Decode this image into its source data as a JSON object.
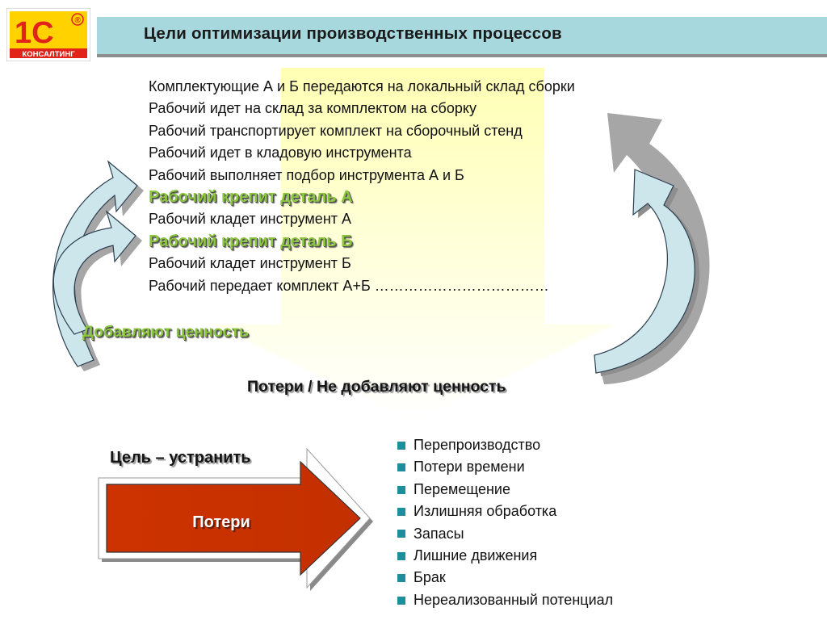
{
  "header": {
    "title": "Цели оптимизации производственных процессов",
    "logo_mark": "1С",
    "logo_registered": "®",
    "logo_caption": "КОНСАЛТИНГ"
  },
  "process_steps": [
    {
      "text": "Комплектующие А и Б передаются на локальный склад сборки",
      "adds_value": false
    },
    {
      "text": "Рабочий идет на склад за комплектом на сборку",
      "adds_value": false
    },
    {
      "text": "Рабочий транспортирует комплект на сборочный стенд",
      "adds_value": false
    },
    {
      "text": "Рабочий идет в кладовую инструмента",
      "adds_value": false
    },
    {
      "text": "Рабочий выполняет подбор инструмента А и Б",
      "adds_value": false
    },
    {
      "text": "Рабочий крепит деталь А",
      "adds_value": true
    },
    {
      "text": "Рабочий кладет инструмент А",
      "adds_value": false
    },
    {
      "text": "Рабочий крепит деталь Б",
      "adds_value": true
    },
    {
      "text": "Рабочий кладет инструмент Б",
      "adds_value": false
    },
    {
      "text": "Рабочий передает комплект А+Б ………………………………",
      "adds_value": false
    }
  ],
  "labels": {
    "value_add": "Добавляют ценность",
    "losses": "Потери / Не добавляют ценность",
    "goal": "Цель – устранить",
    "arrow": "Потери"
  },
  "loss_types": [
    "Перепроизводство",
    "Потери времени",
    "Перемещение",
    "Излишняя обработка",
    "Запасы",
    "Лишние движения",
    "Брак",
    "Нереализованный потенциал"
  ],
  "colors": {
    "title_bar": "#a7d8dd",
    "logo_red": "#e2231a",
    "logo_yellow": "#ffd200",
    "value_green": "#8cc63f",
    "arrow_red": "#cc3300",
    "bullet_teal": "#1c8f9b",
    "funnel_yellow": "#ffffcc",
    "curved_arrow_fill": "#cce6ec",
    "curved_arrow_gray": "#a6a6a6"
  }
}
